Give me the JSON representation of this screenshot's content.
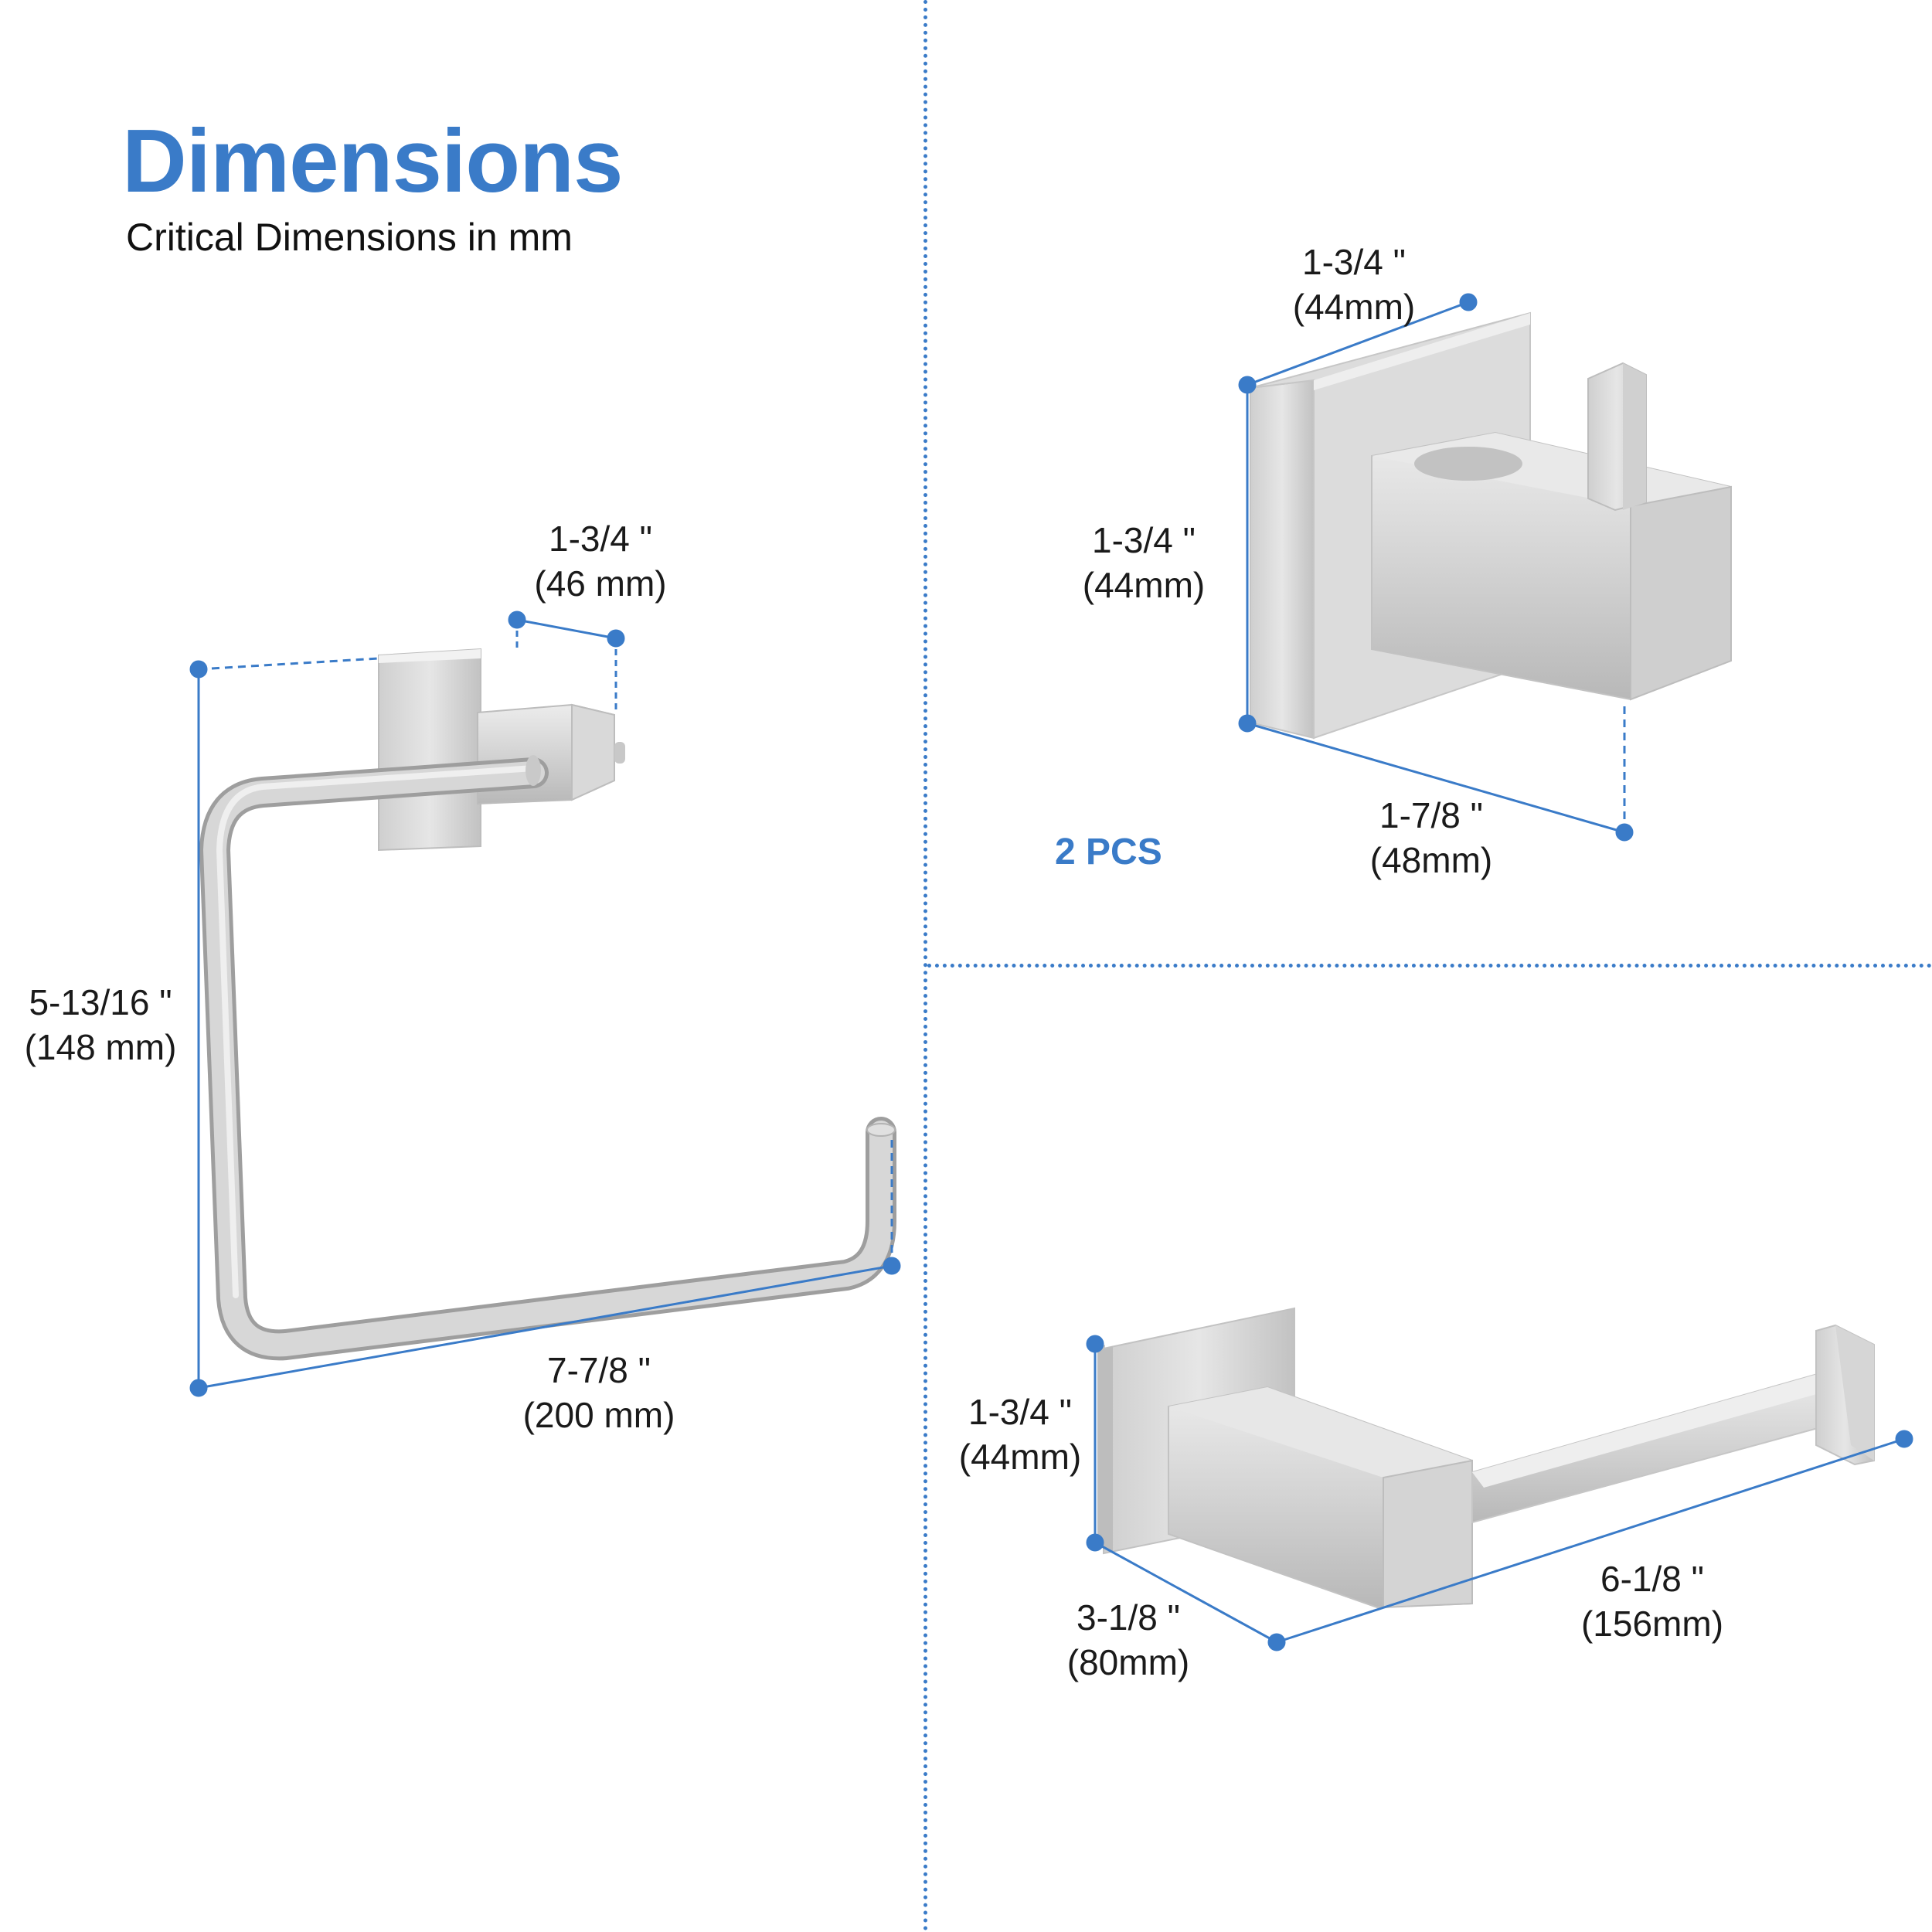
{
  "header": {
    "title": "Dimensions",
    "subtitle": "Critical Dimensions in mm"
  },
  "colors": {
    "accent": "#3a7bc8",
    "text": "#1a1a1a",
    "metal_light": "#e4e4e4",
    "metal_mid": "#c9c9c9",
    "metal_dark": "#a8a8a8",
    "background": "#ffffff"
  },
  "products": {
    "towel_ring": {
      "name": "toilet-paper-holder-ring",
      "depth": {
        "inch": "1-3/4 \"",
        "mm": "(46 mm)"
      },
      "height": {
        "inch": "5-13/16 \"",
        "mm": "(148 mm)"
      },
      "width": {
        "inch": "7-7/8 \"",
        "mm": "(200 mm)"
      }
    },
    "robe_hook": {
      "name": "robe-hook",
      "quantity": "2 PCS",
      "width": {
        "inch": "1-3/4 \"",
        "mm": "(44mm)"
      },
      "height": {
        "inch": "1-3/4 \"",
        "mm": "(44mm)"
      },
      "depth": {
        "inch": "1-7/8 \"",
        "mm": "(48mm)"
      }
    },
    "paper_holder": {
      "name": "toilet-paper-holder-bar",
      "height": {
        "inch": "1-3/4 \"",
        "mm": "(44mm)"
      },
      "depth": {
        "inch": "3-1/8 \"",
        "mm": "(80mm)"
      },
      "length": {
        "inch": "6-1/8 \"",
        "mm": "(156mm)"
      }
    }
  }
}
